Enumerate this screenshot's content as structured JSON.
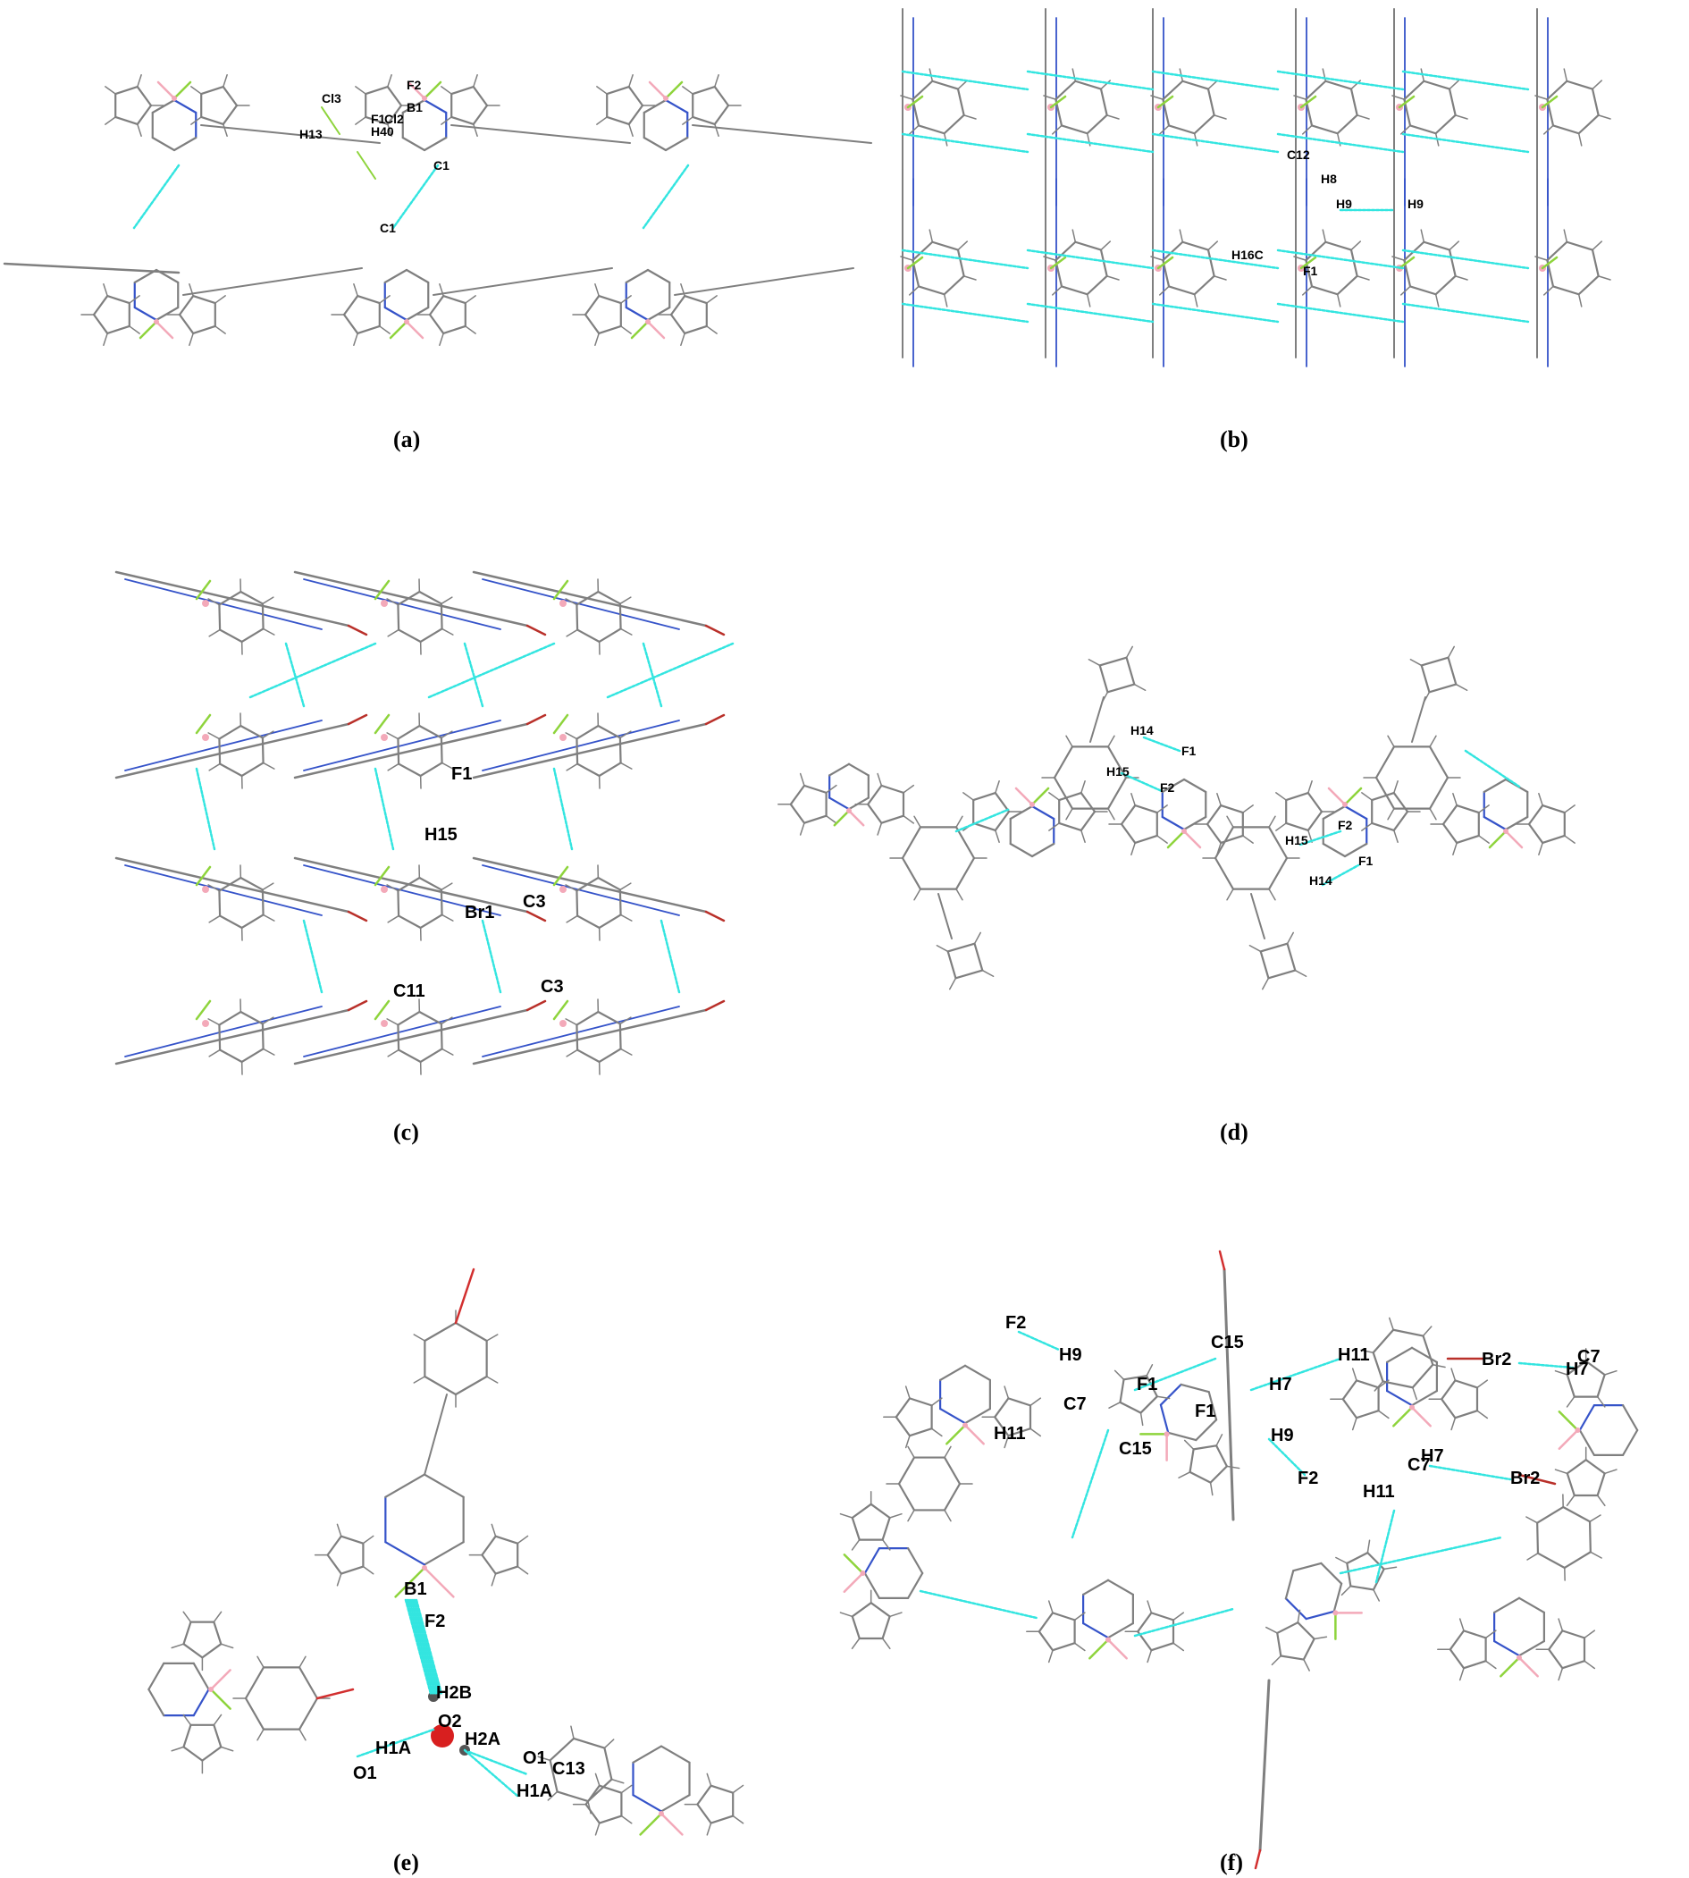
{
  "colors": {
    "bond": "#7f7f7f",
    "hbond": "#33e5e0",
    "boron": "#f3a9b9",
    "fluorine": "#8ed43c",
    "nitrogen": "#3553c9",
    "oxygen": "#d22f2f",
    "bromine": "#b9302a",
    "water_oxygen": "#d81f1f"
  },
  "panels": [
    {
      "id": "a",
      "caption": "(a)",
      "labels": [
        "Cl3",
        "F2",
        "B1",
        "F1",
        "Cl2",
        "H40",
        "H13",
        "C1",
        "C1"
      ]
    },
    {
      "id": "b",
      "caption": "(b)",
      "labels": [
        "C12",
        "H8",
        "H9",
        "H9",
        "H16C",
        "F1"
      ]
    },
    {
      "id": "c",
      "caption": "(c)",
      "labels": [
        "F1",
        "H15",
        "C3",
        "Br1",
        "C11",
        "C3"
      ]
    },
    {
      "id": "d",
      "caption": "(d)",
      "labels": [
        "H14",
        "F1",
        "H15",
        "F2",
        "H15",
        "F2",
        "F1",
        "H14"
      ]
    },
    {
      "id": "e",
      "caption": "(e)",
      "labels": [
        "B1",
        "F2",
        "H2B",
        "O2",
        "H2A",
        "H1A",
        "O1",
        "O1",
        "C13",
        "H1A"
      ]
    },
    {
      "id": "f",
      "caption": "(f)",
      "labels": [
        "F2",
        "H9",
        "C15",
        "F1",
        "F1",
        "C7",
        "H11",
        "C15",
        "H11",
        "H7",
        "H9",
        "Br2",
        "C7",
        "H7",
        "F2",
        "H7",
        "C7",
        "H11",
        "Br2"
      ]
    }
  ]
}
